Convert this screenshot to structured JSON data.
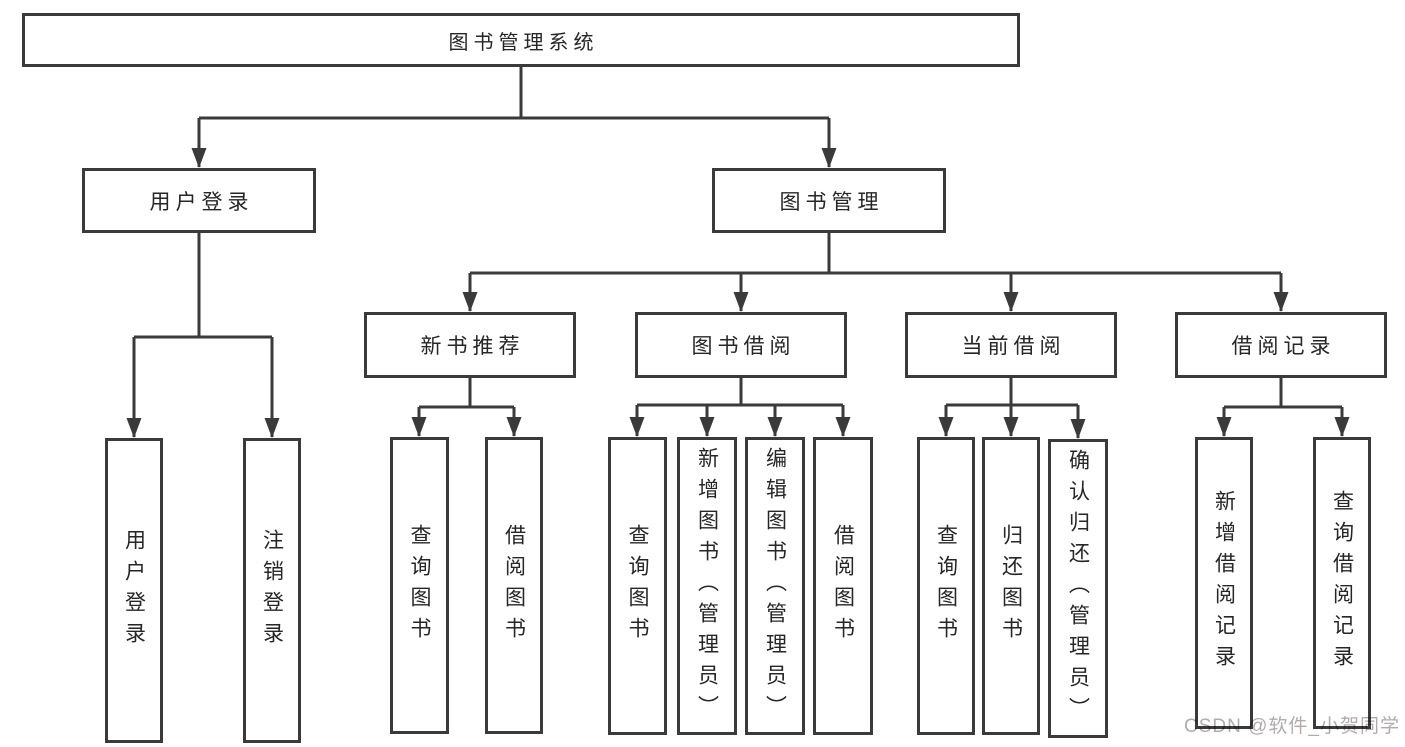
{
  "tree": {
    "root": {
      "label": "图书管理系统"
    },
    "user_login": {
      "label": "用户登录",
      "children": [
        {
          "label": "用户登录"
        },
        {
          "label": "注销登录"
        }
      ]
    },
    "book_management": {
      "label": "图书管理",
      "sections": [
        {
          "label": "新书推荐",
          "children": [
            {
              "label": "查询图书"
            },
            {
              "label": "借阅图书"
            }
          ]
        },
        {
          "label": "图书借阅",
          "children": [
            {
              "label": "查询图书"
            },
            {
              "label": "新增图书（管理员）"
            },
            {
              "label": "编辑图书（管理员）"
            },
            {
              "label": "借阅图书"
            }
          ]
        },
        {
          "label": "当前借阅",
          "children": [
            {
              "label": "查询图书"
            },
            {
              "label": "归还图书"
            },
            {
              "label": "确认归还（管理员）"
            }
          ]
        },
        {
          "label": "借阅记录",
          "children": [
            {
              "label": "新增借阅记录"
            },
            {
              "label": "查询借阅记录"
            }
          ]
        }
      ]
    }
  },
  "watermark": {
    "label": "CSDN @软件_小贺同学"
  },
  "colors": {
    "line": "#3a3a3a",
    "box_border": "#3a3a3a",
    "text": "#262626",
    "watermark": "#b2abab",
    "background": "#ffffff"
  }
}
